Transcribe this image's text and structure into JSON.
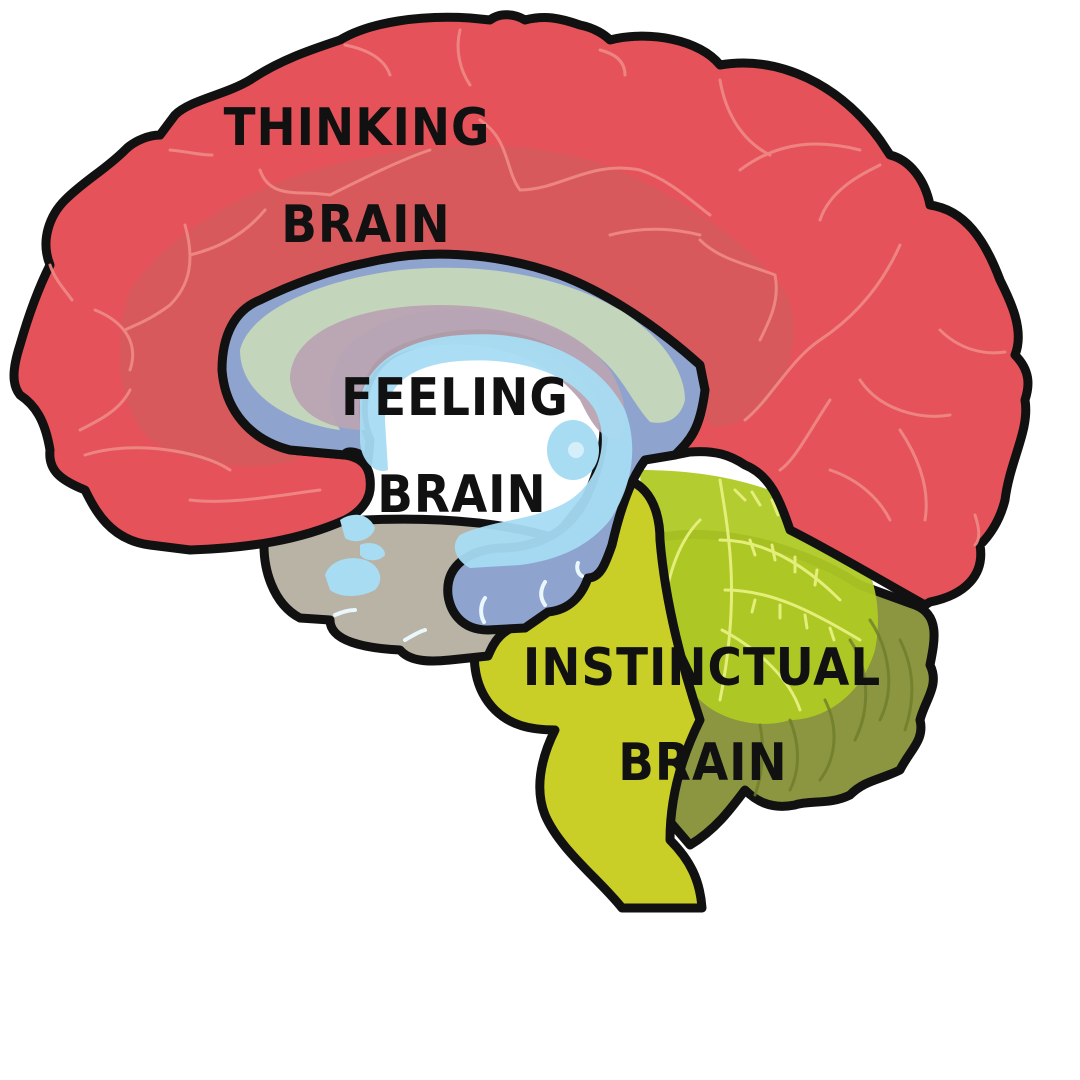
{
  "diagram": {
    "regions": [
      {
        "id": "thinking",
        "lines": [
          "THINKING",
          "BRAIN"
        ],
        "color": "#e5525a"
      },
      {
        "id": "feeling",
        "lines": [
          "FEELING",
          "BRAIN"
        ],
        "color": "#a7dcf3"
      },
      {
        "id": "instinctual",
        "lines": [
          "INSTINCTUAL",
          "BRAIN"
        ],
        "color": "#c9cf26"
      }
    ],
    "colors": {
      "outline": "#111111",
      "cortex": "#e5525a",
      "cortex_inner": "#d55b5d",
      "corpus_callosum": "#8ea4cf",
      "corpus_inner": "#c3d6bc",
      "limbic_core": "#b9a4b2",
      "limbic_blue": "#a7dcf3",
      "diencephalon": "#b9b3a5",
      "brainstem": "#c9cf26",
      "cerebellum": "#8c953f",
      "cerebellum_arbor": "#afc924"
    }
  }
}
